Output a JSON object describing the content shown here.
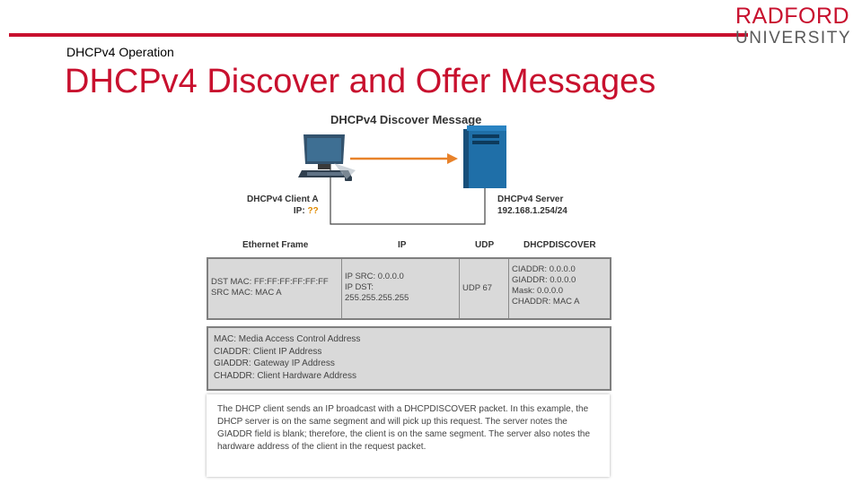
{
  "header": {
    "subtitle": "DHCPv4 Operation",
    "title": "DHCPv4 Discover and Offer Messages",
    "logo_line1": "RADFORD",
    "logo_line2": "UNIVERSITY"
  },
  "diagram": {
    "title": "DHCPv4 Discover Message",
    "client_name": "DHCPv4 Client A",
    "client_ip_label": "IP: ",
    "client_ip_value": "??",
    "server_name": "DHCPv4 Server",
    "server_ip": "192.168.1.254/24",
    "colors": {
      "arrow": "#e8822a",
      "server": "#1f6fa8",
      "unknown_ip": "#e08a00",
      "accent": "#c8102e"
    }
  },
  "frame": {
    "headers": [
      "Ethernet Frame",
      "IP",
      "UDP",
      "DHCPDISCOVER"
    ],
    "ethernet": [
      "DST MAC: FF:FF:FF:FF:FF:FF",
      "SRC MAC: MAC A"
    ],
    "ip": [
      "IP SRC: 0.0.0.0",
      "IP DST:",
      "255.255.255.255"
    ],
    "udp": [
      "UDP 67"
    ],
    "dhcp": [
      "CIADDR: 0.0.0.0",
      "GIADDR: 0.0.0.0",
      "Mask: 0.0.0.0",
      "CHADDR: MAC A"
    ]
  },
  "glossary": [
    "MAC: Media Access Control Address",
    "CIADDR: Client IP Address",
    "GIADDR: Gateway IP Address",
    "CHADDR: Client Hardware Address"
  ],
  "description": "The DHCP client sends an IP broadcast with a DHCPDISCOVER packet. In this example, the DHCP server is on the same segment and will pick up this request. The server notes the GIADDR field is blank; therefore, the client is on the same segment. The server also notes the hardware address of the client in the request packet."
}
